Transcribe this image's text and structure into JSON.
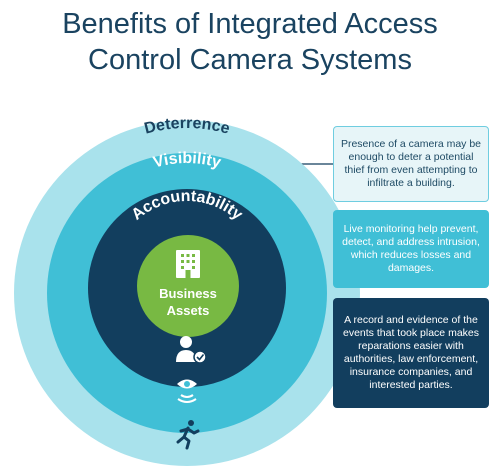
{
  "title": {
    "line1": "Benefits of Integrated Access",
    "line2": "Control Camera Systems"
  },
  "rings": {
    "outer": "Deterrence",
    "middle": "Visibility",
    "inner": "Accountability",
    "center_line1": "Business",
    "center_line2": "Assets"
  },
  "icons": {
    "outer": "running-person-icon",
    "middle": "eye-signal-icon",
    "inner": "verified-user-icon",
    "center": "office-building-icon"
  },
  "boxes": {
    "deterrence": "Presence of a camera may be enough to deter a potential thief from even attempting to infiltrate a building.",
    "visibility": "Live monitoring help prevent, detect, and address intrusion, which reduces losses and damages.",
    "accountability": "A record and evidence of the events that took place makes reparations easier with authorities, law enforcement, insurance companies, and interested parties."
  },
  "colors": {
    "title": "#1a4360",
    "outer_ring": "#a9e2ec",
    "middle_ring": "#40bfd6",
    "inner_ring": "#123e5e",
    "center": "#78b943"
  }
}
